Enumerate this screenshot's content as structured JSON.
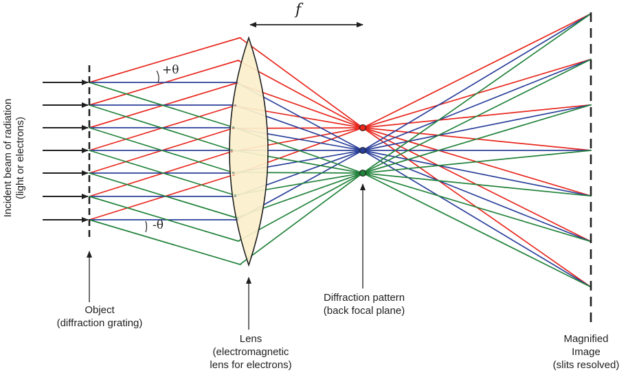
{
  "labels": {
    "focal_length": "f",
    "plus_theta": "+θ",
    "minus_theta": "-θ",
    "incident_line1": "Incident beam of radiation",
    "incident_line2": "(light or electrons)",
    "object_line1": "Object",
    "object_line2": "(diffraction grating)",
    "lens_line1": "Lens",
    "lens_line2": "(electromagnetic",
    "lens_line3": "lens for electrons)",
    "pattern_line1": "Diffraction pattern",
    "pattern_line2": "(back focal plane)",
    "image_line1": "Magnified",
    "image_line2": "Image",
    "image_line3": "(slits resolved)"
  },
  "colors": {
    "red_ray": "#e8261c",
    "blue_ray": "#2a3f9a",
    "green_ray": "#21823a",
    "lens_fill": "#fbf0cc",
    "ink": "#1e1e1e"
  },
  "ray_sets": [
    {
      "name": "red",
      "color": "#e8261c"
    },
    {
      "name": "blue",
      "color": "#2a3f9a"
    },
    {
      "name": "green",
      "color": "#21823a"
    }
  ]
}
